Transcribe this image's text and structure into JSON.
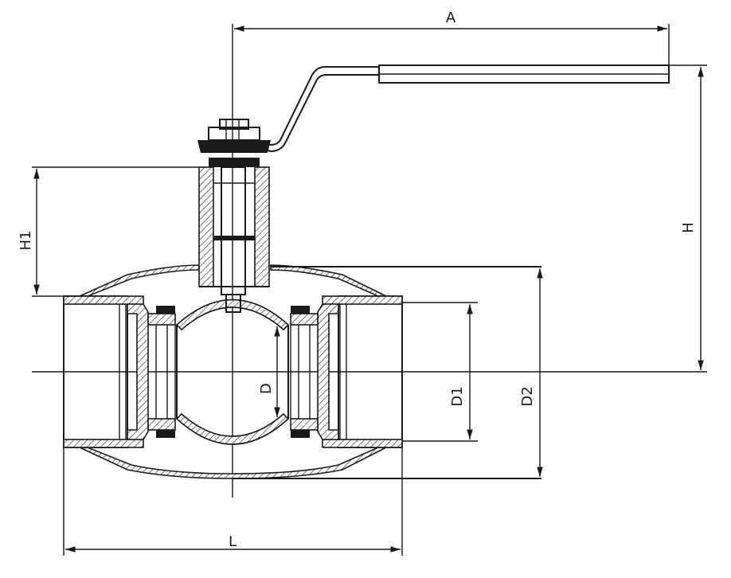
{
  "drawing": {
    "title": "",
    "dimensions": {
      "A": "A",
      "H": "H",
      "H1": "H1",
      "L": "L",
      "D": "D",
      "D1": "D1",
      "D2": "D2"
    }
  }
}
